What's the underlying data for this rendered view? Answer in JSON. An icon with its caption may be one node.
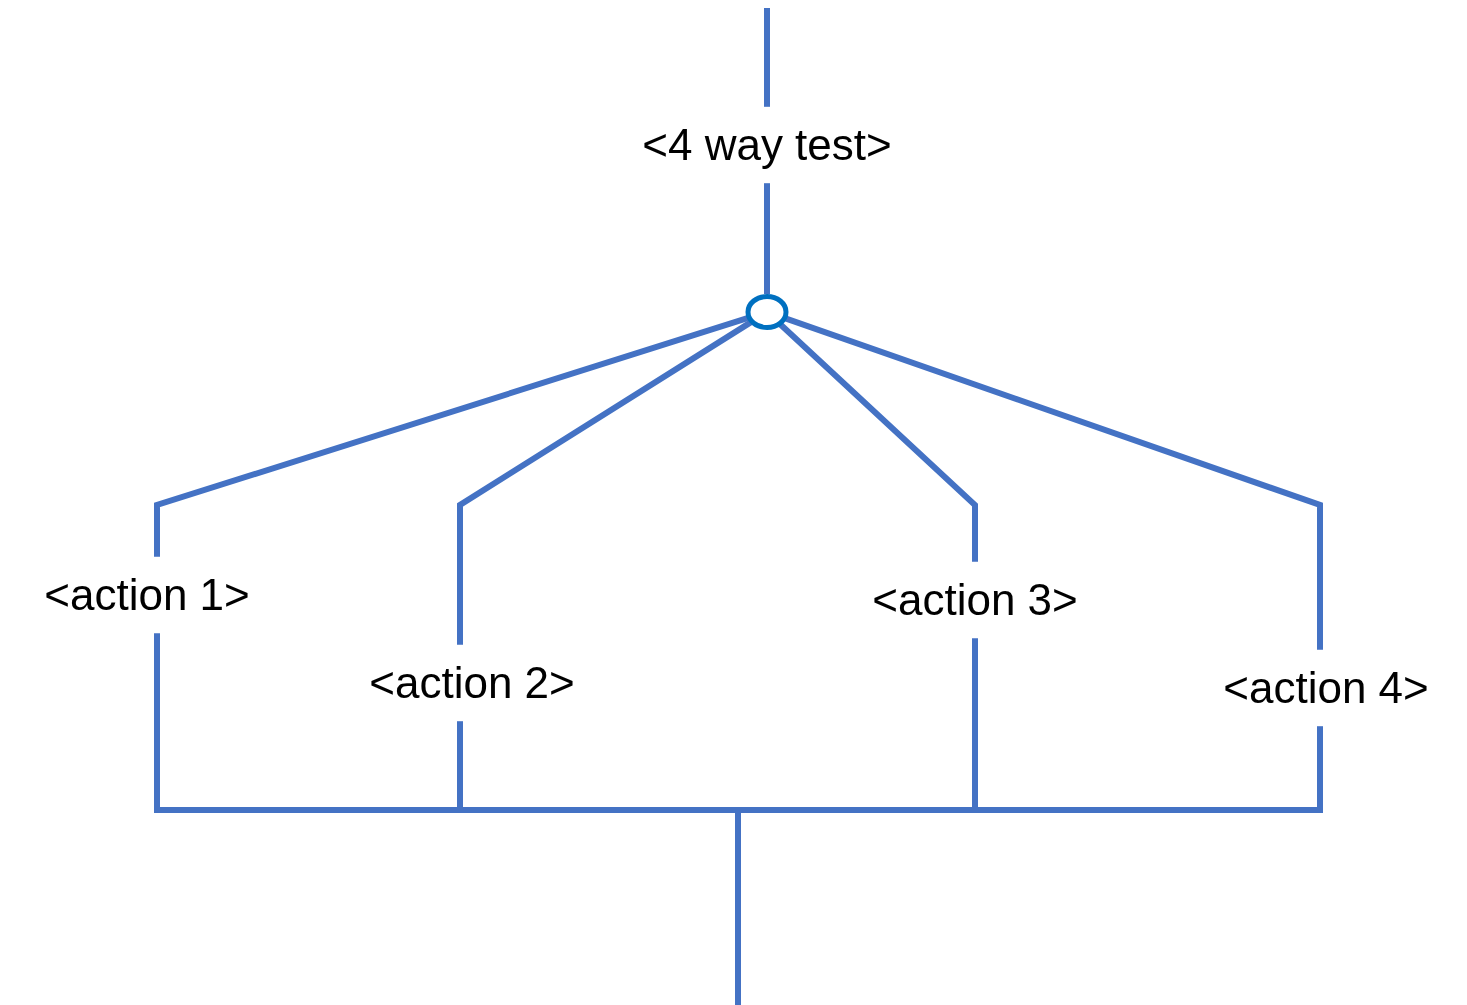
{
  "diagram": {
    "nodes": [
      {
        "text": [
          "<4 way test>"
        ]
      },
      {
        "text": [],
        "shape": "circle"
      },
      {
        "text": [
          "<action 1>"
        ]
      },
      {
        "text": [
          "<action 2>"
        ]
      },
      {
        "text": [
          "<action 3>"
        ]
      },
      {
        "text": [
          "<action 4>"
        ]
      },
      {
        "text": [],
        "shape": "bar"
      }
    ],
    "edges": [
      {
        "from": null,
        "to": 0,
        "arrow": "none"
      },
      {
        "from": 0,
        "to": 1,
        "arrow": "none"
      },
      {
        "from": 1,
        "to": 2,
        "arrow": "none"
      },
      {
        "from": 1,
        "to": 3,
        "arrow": "none"
      },
      {
        "from": 1,
        "to": 4,
        "arrow": "none"
      },
      {
        "from": 1,
        "to": 5,
        "arrow": "none"
      },
      {
        "from": 2,
        "to": 6,
        "arrow": "none"
      },
      {
        "from": 3,
        "to": 6,
        "arrow": "none"
      },
      {
        "from": 4,
        "to": 6,
        "arrow": "none"
      },
      {
        "from": 5,
        "to": 6,
        "arrow": "none"
      },
      {
        "from": 6,
        "to": null,
        "arrow": "none"
      }
    ]
  }
}
